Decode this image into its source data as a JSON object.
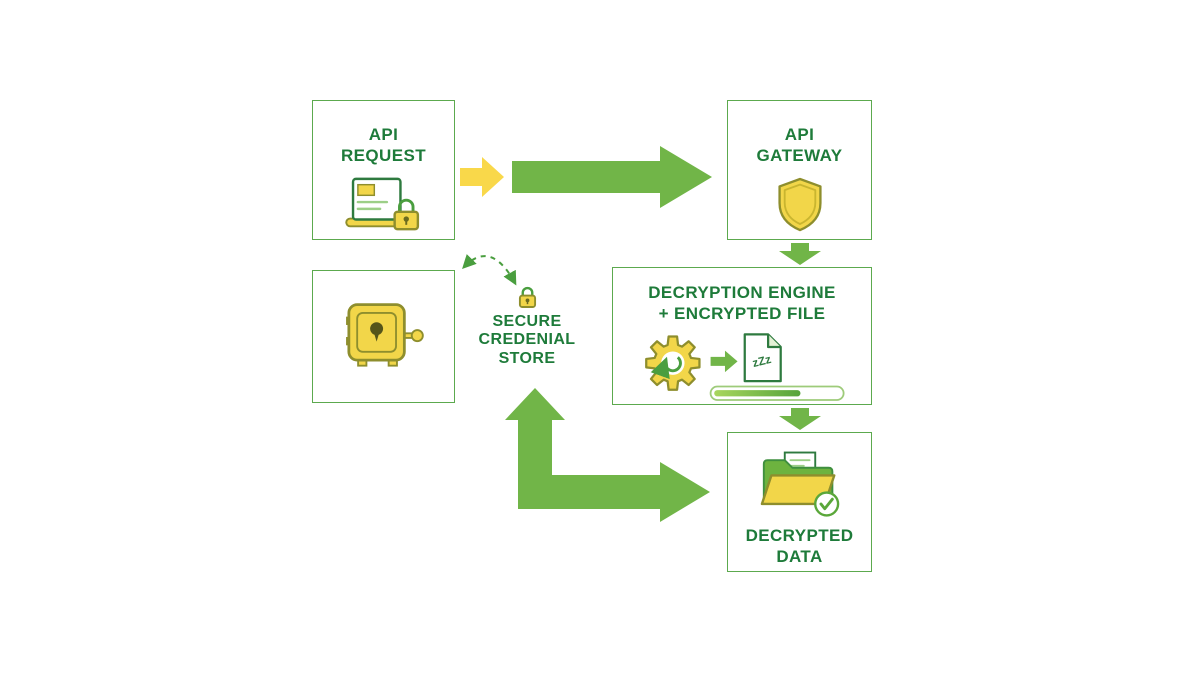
{
  "colors": {
    "arrow_green": "#71b548",
    "box_border_green": "#5ca94e",
    "label_green": "#1e7b3a",
    "icon_yellow": "#f2d649",
    "icon_olive_outline": "#8e8e2d",
    "icon_dark_green": "#2e7a3f",
    "small_arrow_yellow": "#f9d84a"
  },
  "nodes": {
    "api_request": {
      "lines": [
        "API",
        "REQUEST"
      ],
      "icon": "laptop-lock-icon"
    },
    "api_gateway": {
      "lines": [
        "API",
        "GATEWAY"
      ],
      "icon": "shield-icon"
    },
    "decryption_engine": {
      "lines": [
        "DECRYPTION ENGINE",
        "+ ENCRYPTED FILE"
      ],
      "icon": "gear-file-progress-icon",
      "file_text": "zZz"
    },
    "credential_vault": {
      "icon": "vault-icon"
    },
    "secure_credential_store": {
      "lines": [
        "SECURE",
        "CREDENIAL",
        "STORE"
      ],
      "icon": "padlock-icon"
    },
    "decrypted_data": {
      "lines": [
        "DECRYPTED",
        "DATA"
      ],
      "icon": "folder-check-icon"
    }
  },
  "arrows": [
    {
      "name": "request-to-gateway-small-arrow",
      "color": "yellow"
    },
    {
      "name": "request-to-gateway-large-arrow",
      "color": "green"
    },
    {
      "name": "gateway-to-engine-arrow",
      "color": "green"
    },
    {
      "name": "engine-to-data-arrow",
      "color": "green"
    },
    {
      "name": "store-elbow-arrow",
      "color": "green"
    },
    {
      "name": "vault-store-dashed-arrow",
      "color": "green",
      "style": "dashed"
    }
  ]
}
